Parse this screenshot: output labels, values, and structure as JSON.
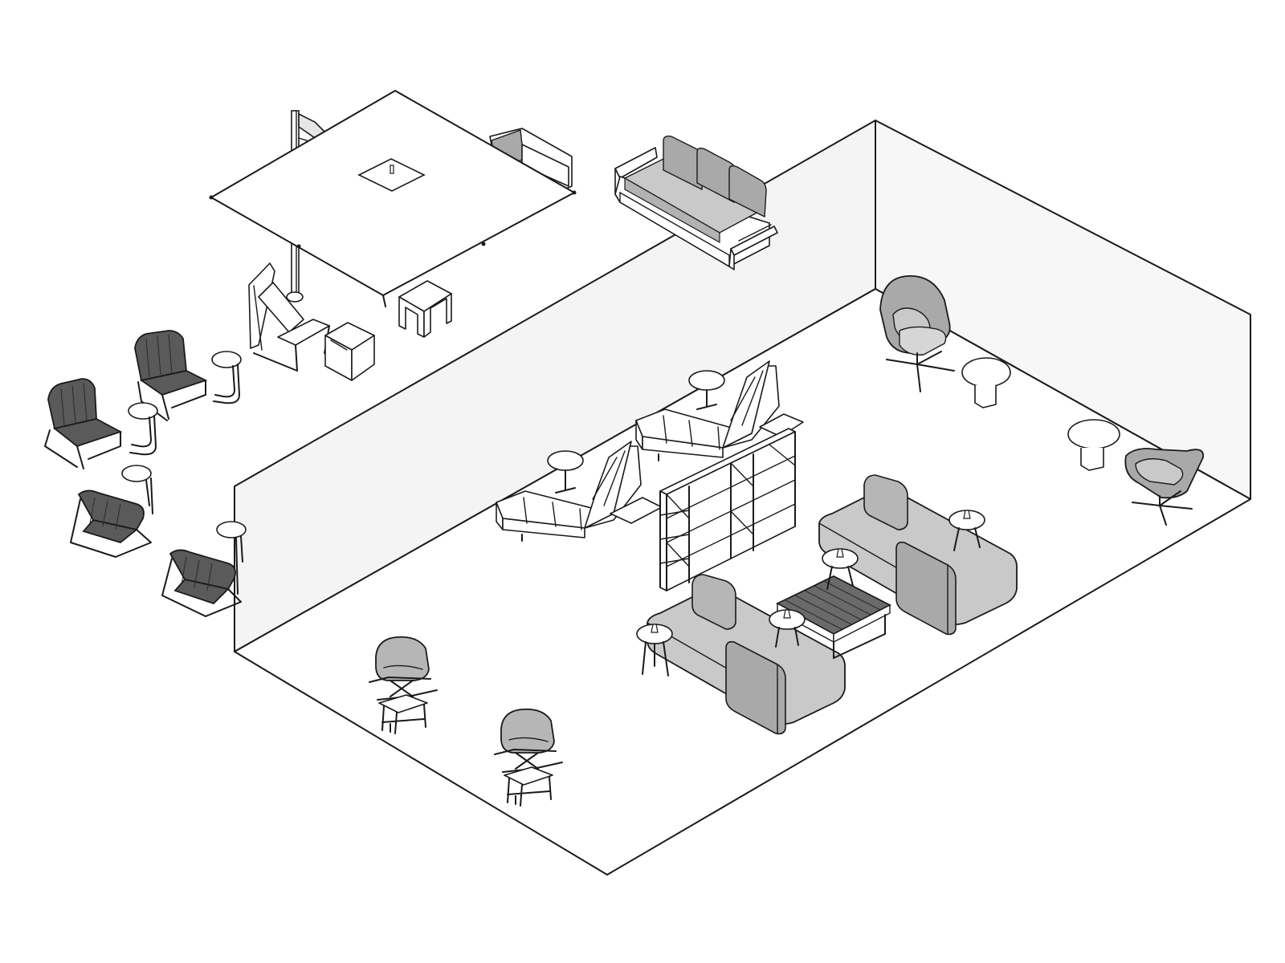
{
  "colors": {
    "line": "#1a1a1a",
    "background": "#ffffff",
    "wall_fill": "#f4f4f4",
    "upholstery_light": "#c9c9c9",
    "upholstery_mid": "#a9a9a9",
    "upholstery_dark": "#8a8a8a",
    "wire_dark": "#3a3a3a"
  },
  "objects": [
    "room-shell",
    "cantilever-umbrella",
    "outdoor-sofa",
    "outdoor-club-chair",
    "wire-lounge-chair",
    "wire-side-table",
    "wood-lounge-chair",
    "wood-side-table",
    "chaise-lounge",
    "shelving-unit",
    "modular-sofa",
    "slatted-coffee-table",
    "round-side-table",
    "lounge-chair",
    "pedestal-table",
    "shell-rocking-chair",
    "folding-side-table"
  ]
}
